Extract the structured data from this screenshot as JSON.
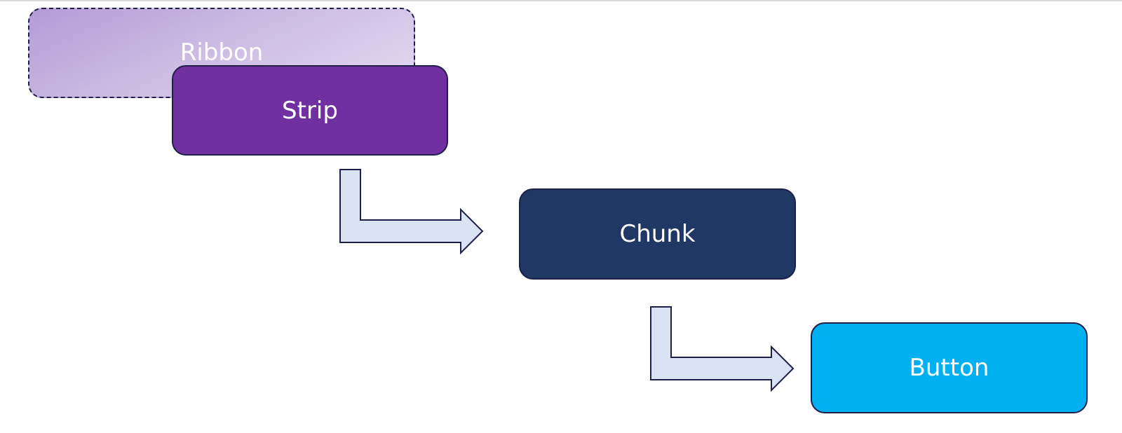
{
  "diagram": {
    "nodes": [
      {
        "id": "ribbon",
        "label": "Ribbon"
      },
      {
        "id": "strip",
        "label": "Strip"
      },
      {
        "id": "chunk",
        "label": "Chunk"
      },
      {
        "id": "button",
        "label": "Button"
      }
    ],
    "edges": [
      {
        "from": "strip",
        "to": "chunk"
      },
      {
        "from": "chunk",
        "to": "button"
      }
    ]
  },
  "colors": {
    "ribbon_fill_start": "#b39bd6",
    "ribbon_fill_end": "#e4daf1",
    "strip_fill": "#7030a0",
    "chunk_fill": "#203864",
    "button_fill": "#00b0f0",
    "arrow_fill": "#dae3f3",
    "outline": "#1f1f4a",
    "label_text": "#ffffff"
  }
}
